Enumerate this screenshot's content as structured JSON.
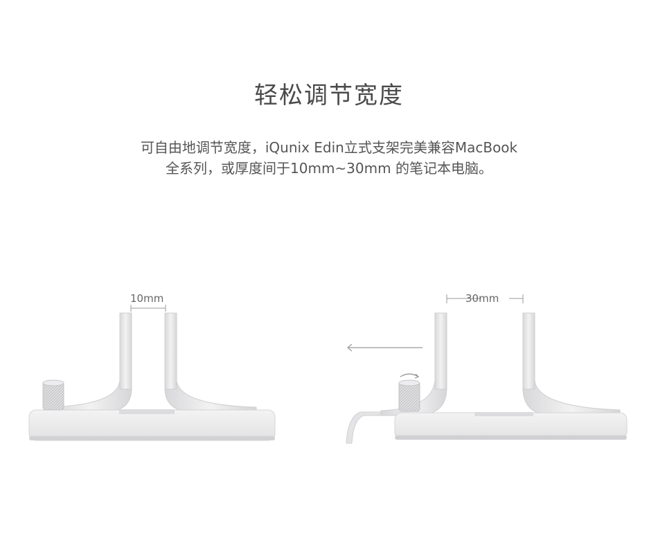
{
  "heading": "轻松调节宽度",
  "description": {
    "line1": "可自由地调节宽度，iQunix Edin立式支架完美兼容MacBook",
    "line2": "全系列，或厚度间于10mm~30mm 的笔记本电脑。"
  },
  "figures": {
    "narrow": {
      "dimension_label": "10mm"
    },
    "wide": {
      "dimension_label": "30mm"
    }
  },
  "colors": {
    "background": "#ffffff",
    "aluminum": "#e9e9ea",
    "aluminum_shadow": "#c9c9cb",
    "text": "#4a4a4a",
    "arrow": "#9a9a9a"
  },
  "icons": [
    "knob-icon",
    "rotate-arrow-icon",
    "left-arrow-icon"
  ]
}
